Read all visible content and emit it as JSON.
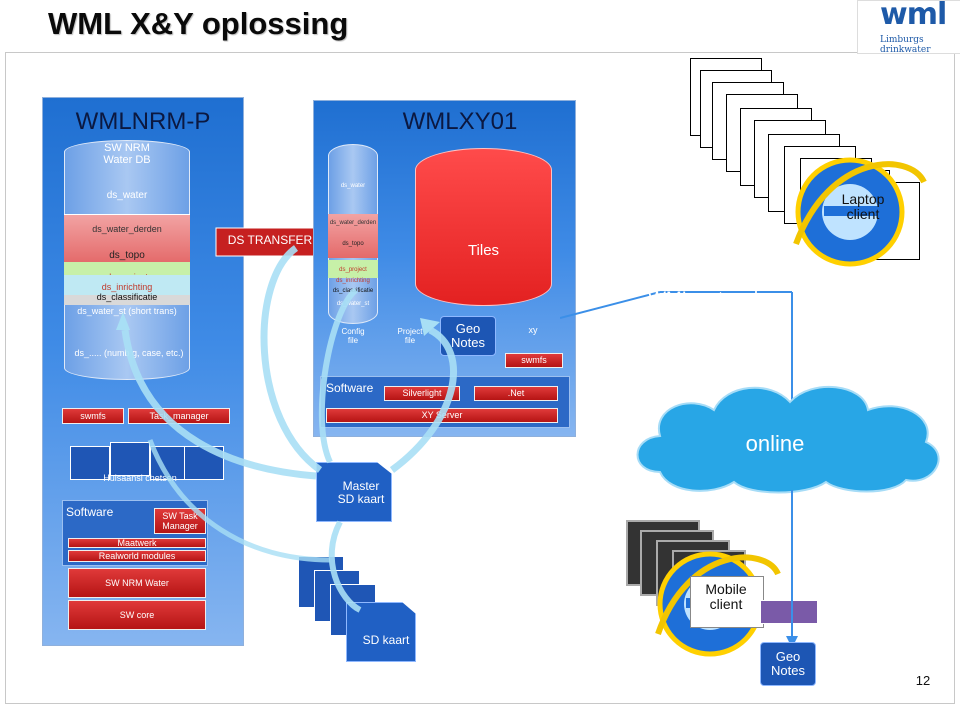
{
  "title": "WML X&Y oplossing",
  "logo": {
    "brand": "wml",
    "tagline": "Limburgs drinkwater"
  },
  "page_number": "12",
  "wmlnrm": {
    "title": "WMLNRM-P",
    "db_label": "SW NRM\nWater DB",
    "ds_water": "ds_water",
    "ds_water_derden": "ds_water_derden",
    "ds_topo": "ds_topo",
    "ds_project": "ds_project",
    "ds_inrichting": "ds_inrichting",
    "ds_classificatie": "ds_classificatie",
    "ds_water_st": "ds_water_st (short trans)",
    "ds_misc": "ds_..... (numb     g, case, etc.)",
    "swmfs": "swmfs",
    "task_manager": "Task_manager",
    "huisaansluitschetsen": "Huisaansl    chetsen",
    "software": "Software",
    "sw_task_manager": "SW Task\nManager",
    "maatwerk": "Maatwerk",
    "realworld": "Realworld modules",
    "sw_nrm_water": "SW NRM Water",
    "sw_core": "SW core"
  },
  "transfer": "DS TRANSFER",
  "wmlxy": {
    "title": "WMLXY01",
    "ds_water": "ds_water",
    "ds_water_derden": "ds_water_derden",
    "ds_topo": "ds_topo",
    "ds_project": "ds_project",
    "ds_inrichting": "ds_inrichting",
    "ds_classificatie": "ds_classificatie",
    "ds_water_st": "ds_water_st",
    "tiles": "Tiles",
    "config_file": "Config\nfile",
    "project_file": "Project\nfile",
    "geo_notes": "Geo\nNotes",
    "xy": "xy",
    "swmfs": "swmfs",
    "software": "Software",
    "silverlight": "Silverlight",
    "net": ".Net",
    "xy_server": "XY Server"
  },
  "wml_netwerk": "WML netwerk",
  "online": "online",
  "laptop_client": "Laptop\nclient",
  "mobile_client": "Mobile\nclient",
  "master_sd": "Master\nSD kaart",
  "sd_kaart": "SD kaart",
  "geo_notes_bottom": "Geo\nNotes",
  "colors": {
    "panel_blue": "#1f6fd1",
    "red": "#d42020",
    "cloud": "#29a8e8"
  }
}
